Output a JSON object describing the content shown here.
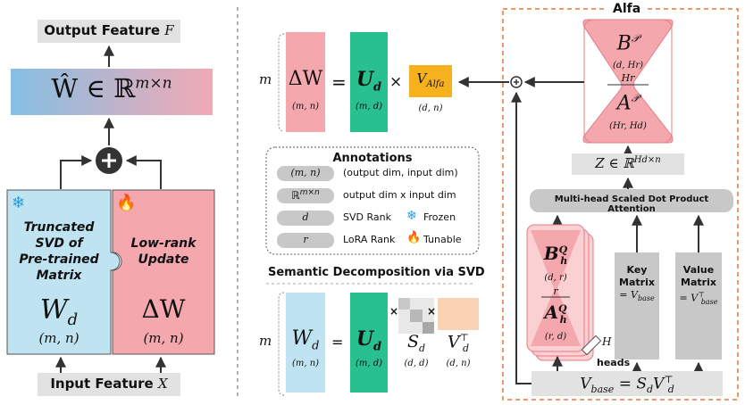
{
  "colors": {
    "pink": "#f4a7ad",
    "pink_light": "#fbd0d3",
    "pink_dark": "#e57c86",
    "blue_light": "#bfe3f0",
    "teal": "#27c08e",
    "orange": "#f7b11c",
    "peach": "#fad2b4",
    "gray": "#c8c8c8",
    "gray_light": "#e2e2e2",
    "dashed_orange": "#e8743c",
    "dark": "#333333"
  },
  "icons": [
    "snowflake-icon",
    "flame-icon",
    "plus-circle-icon"
  ],
  "left": {
    "output_label": "Output Feature",
    "output_var": "F",
    "w_hat": "Ŵ ∈ ℝ",
    "w_hat_exp": "m×n",
    "frozen_text": [
      "Truncated",
      "SVD of",
      "Pre-trained",
      "Matrix"
    ],
    "frozen_var": "W",
    "frozen_sub": "d",
    "frozen_dim": "(m, n)",
    "tunable_text": [
      "Low-rank",
      "Update"
    ],
    "tunable_var": "ΔW",
    "tunable_dim": "(m, n)",
    "input_label": "Input Feature",
    "input_var": "X"
  },
  "top_eq": {
    "m": "m",
    "dw": "ΔW",
    "dw_dim": "(m, n)",
    "eq": "=",
    "u": "U",
    "u_sub": "d",
    "u_dim": "(m, d)",
    "times": "×",
    "v": "V",
    "v_sub": "Alfa",
    "v_dim": "(d, n)"
  },
  "annotations": {
    "title": "Annotations",
    "rows": [
      {
        "sym": "(m, n)",
        "desc": "(output dim, input dim)"
      },
      {
        "sym": "ℝ",
        "sym_exp": "m×n",
        "desc": "output dim x input dim"
      },
      {
        "sym": "d",
        "desc": "SVD Rank",
        "tag": "Frozen"
      },
      {
        "sym": "r",
        "desc": "LoRA Rank",
        "tag": "Tunable"
      }
    ]
  },
  "semantic": {
    "title": "Semantic Decomposition via SVD",
    "m": "m",
    "w": "W",
    "w_sub": "d",
    "w_dim": "(m, n)",
    "eq": "=",
    "u": "U",
    "u_sub": "d",
    "u_dim": "(m, d)",
    "times1": "×",
    "s": "S",
    "s_sub": "d",
    "s_dim": "(d, d)",
    "times2": "×",
    "v": "V",
    "v_sup": "⊤",
    "v_sub": "d",
    "v_dim": "(d, n)"
  },
  "alfa": {
    "title": "Alfa",
    "bp": "B",
    "bp_sup": "𝒫",
    "bp_dim": "(d, Hr)",
    "hr": "Hr",
    "ap": "A",
    "ap_sup": "𝒫",
    "ap_dim": "(Hr, Hd)",
    "z": "Z ∈ ℝ",
    "z_exp": "Hd×n",
    "attention": "Multi-head Scaled Dot Product Attention",
    "bq": "B",
    "bq_sup": "Q",
    "bq_sub": "h",
    "bq_dim": "(d, r)",
    "r": "r",
    "aq": "A",
    "aq_sup": "Q",
    "aq_sub": "h",
    "aq_dim": "(r, d)",
    "h": "H",
    "heads": "heads",
    "key_line1": "Key",
    "key_line2": "Matrix",
    "key_eq": "= V",
    "key_sub": "base",
    "value_line1": "Value",
    "value_line2": "Matrix",
    "value_eq": "= V",
    "value_sup": "⊤",
    "value_sub": "base",
    "vbase": "V",
    "vbase_sub": "base",
    "vbase_eq": " = S",
    "vbase_sd": "d",
    "vbase_v": "V",
    "vbase_vsub": "d",
    "vbase_vsup": "⊤"
  }
}
